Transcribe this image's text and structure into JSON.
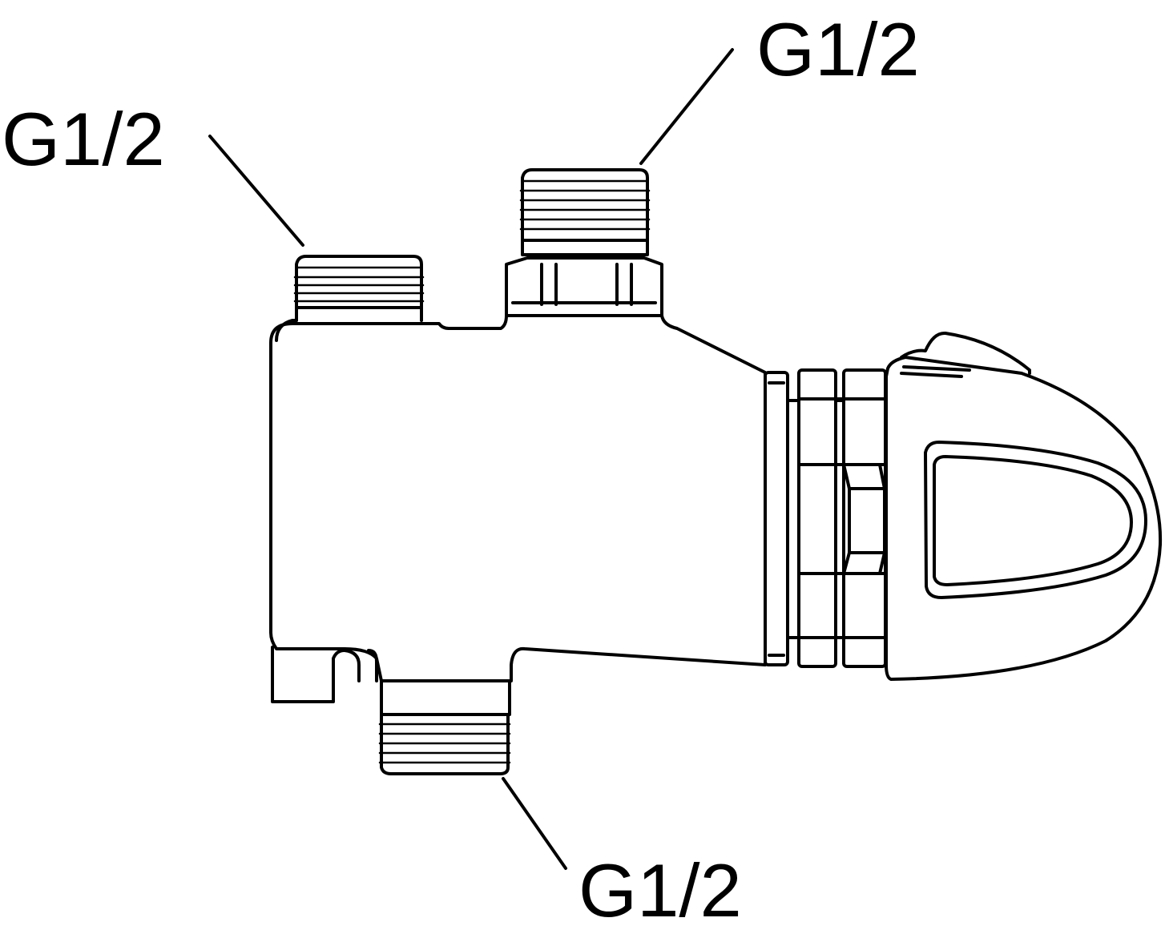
{
  "labels": {
    "inlet_left": "G1/2",
    "inlet_top": "G1/2",
    "outlet_bottom": "G1/2"
  },
  "colors": {
    "line": "#000000",
    "background": "#ffffff"
  }
}
